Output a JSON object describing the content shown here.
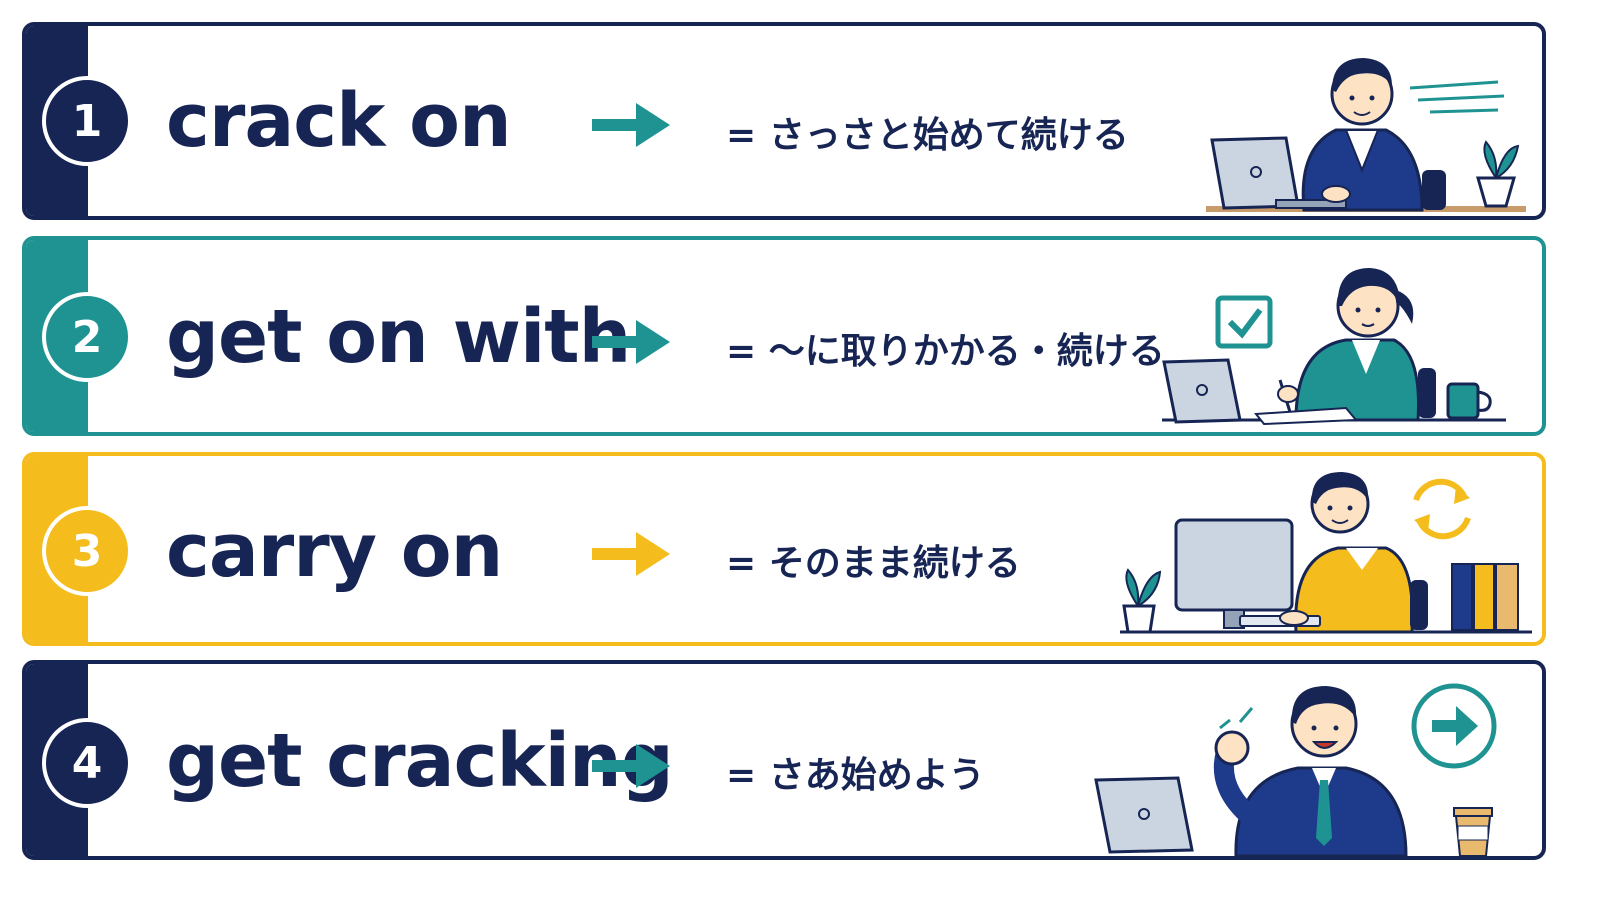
{
  "cards": [
    {
      "number": "1",
      "phrase": "crack on",
      "meaning": "= さっさと始めて続ける",
      "accent": "#172554",
      "illustration": "man-at-laptop-typing"
    },
    {
      "number": "2",
      "phrase": "get on with",
      "meaning": "= ～に取りかかる・続ける",
      "accent": "#1f9391",
      "illustration": "woman-writing-with-checkbox"
    },
    {
      "number": "3",
      "phrase": "carry on",
      "meaning": "= そのまま続ける",
      "accent": "#f4bc1c",
      "illustration": "man-at-desktop-with-refresh"
    },
    {
      "number": "4",
      "phrase": "get cracking",
      "meaning": "= さあ始めよう",
      "accent": "#172554",
      "illustration": "man-fist-pump-with-arrow"
    }
  ],
  "colors": {
    "navy": "#172554",
    "teal": "#1f9391",
    "yellow": "#f4bc1c",
    "arrow_teal": "#1f9391",
    "arrow_yellow": "#f4bc1c"
  }
}
